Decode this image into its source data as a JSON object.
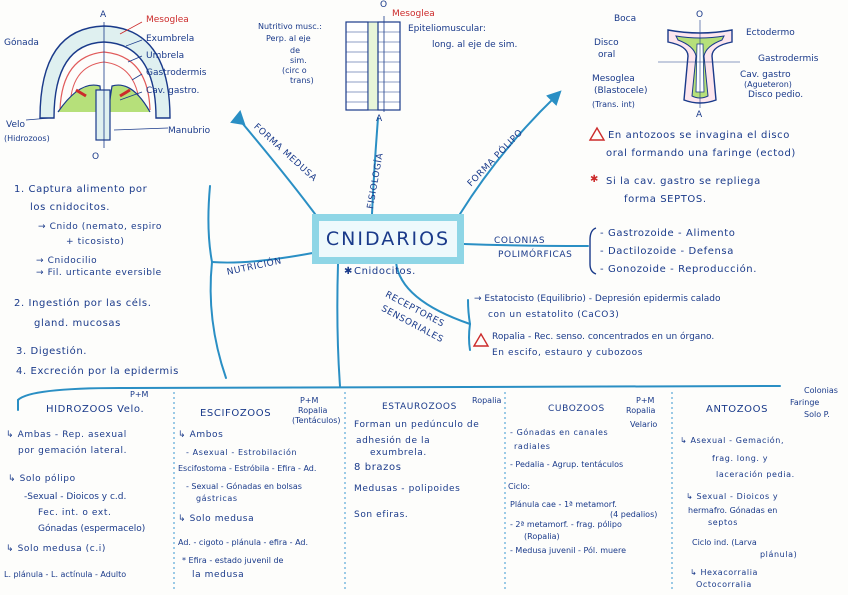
{
  "center": "CNIDARIOS",
  "medusa_diagram": {
    "top_a": "A",
    "bottom_o": "O",
    "labels": [
      "Mesoglea",
      "Exumbrela",
      "Umbrela",
      "Gastrodermis",
      "Cav. gastro."
    ],
    "gonada": "Gónada",
    "velo": "Velo",
    "velo_sub": "(Hidrozoos)",
    "manubrio": "Manubrio"
  },
  "wall": {
    "top_o": "O",
    "bottom_a": "A",
    "mesoglea": "Mesoglea",
    "epitelio": [
      "Epiteliomuscular:",
      "long. al eje de sim."
    ],
    "nutritivo": [
      "Nutritivo musc.:",
      "Perp. al eje",
      "de",
      "sim.",
      "(circ o",
      "trans)"
    ]
  },
  "polyp_diagram": {
    "boca": "Boca",
    "top_o": "O",
    "disco_oral": [
      "Disco",
      "oral"
    ],
    "ectodermo": "Ectodermo",
    "gastrodermis": "Gastrodermis",
    "cav": [
      "Cav. gastro",
      "(Agueteron)"
    ],
    "disco_pedio": "Disco pedio.",
    "mesoglea": [
      "Mesoglea",
      "(Blastocele)",
      "(Trans. int)"
    ],
    "bottom_a": "A"
  },
  "anthozoa_notes": {
    "line1": "En antozoos se invagina el disco",
    "line2": "oral formando una faringe (ectod)",
    "line3": "Si la cav. gastro se repliega",
    "line4": "forma SEPTOS."
  },
  "branches": {
    "forma_medusa": "FORMA MEDUSA",
    "fisiologia": "FISIOLOGÍA",
    "forma_polipo": "FORMA PÓLIPO",
    "nutricion": "NUTRICIÓN",
    "colonias": [
      "COLONIAS",
      "POLIMÓRFICAS"
    ],
    "receptores": [
      "RECEPTORES",
      "SENSORIALES"
    ],
    "cnidocitos": "Cnidocitos."
  },
  "nutrition": [
    "1. Captura alimento por",
    "los cnidocitos.",
    "→ Cnido (nemato, espiro",
    "+ ticosisto)",
    "→ Cnidocilio",
    "→ Fil. urticante eversible",
    "2. Ingestión por las céls.",
    "gland. mucosas",
    "3. Digestión.",
    "4. Excreción por la epidermis"
  ],
  "colonias_list": [
    "- Gastrozoide - Alimento",
    "- Dactilozoide - Defensa",
    "- Gonozoide - Reproducción."
  ],
  "receptores_list": [
    "→ Estatocisto (Equilibrio) - Depresión epidermis calado",
    "con un estatolito (CaCO3)",
    "Ropalia - Rec. senso. concentrados en un órgano.",
    "En escifo, estauro y cubozoos"
  ],
  "columns": {
    "hidrozoos": {
      "tag": "P+M",
      "title": "HIDROZOOS Velo.",
      "lines": [
        "↳ Ambas - Rep. asexual",
        "por gemación lateral.",
        "↳ Solo pólipo",
        "-Sexual - Dioicos y c.d.",
        "Fec. int. o ext.",
        "Gónadas (espermacelo)",
        "↳ Solo medusa (c.i)",
        "L. plánula - L. actínula - Adulto"
      ]
    },
    "escifozoos": {
      "tag": [
        "P+M",
        "Ropalia",
        "(Tentáculos)"
      ],
      "title": "ESCIFOZOOS",
      "lines": [
        "↳ Ambos",
        "- Asexual - Estrobilación",
        "Escifostoma - Estróbila - Efira - Ad.",
        "- Sexual - Gónadas en bolsas",
        "gástricas",
        "↳ Solo medusa",
        "Ad. - cigoto - plánula - efira - Ad.",
        "* Efira - estado juvenil de",
        "la medusa"
      ]
    },
    "estaurozoos": {
      "tag": "Ropalia",
      "title": "ESTAUROZOOS",
      "lines": [
        "Forman un pedúnculo de",
        "adhesión de la",
        "exumbrela.",
        "8 brazos",
        "Medusas - polipoides",
        "Son efiras."
      ]
    },
    "cubozoos": {
      "tag": [
        "P+M",
        "Ropalia",
        "Velario"
      ],
      "title": "CUBOZOOS",
      "lines": [
        "- Gónadas en canales",
        "radiales",
        "- Pedalia - Agrup. tentáculos",
        "Ciclo:",
        "Plánula cae - 1ª metamorf.",
        "(4 pedalios)",
        "- 2ª metamorf. - frag. pólipo",
        "(Ropalia)",
        "- Medusa juvenil - Pól. muere"
      ]
    },
    "antozoos": {
      "tag": [
        "Colonias",
        "Faringe",
        "Solo P."
      ],
      "title": "ANTOZOOS",
      "lines": [
        "↳ Asexual - Gemación,",
        "frag. long. y",
        "laceración pedia.",
        "↳ Sexual - Dioicos y",
        "hermafro. Gónadas en",
        "septos",
        "Ciclo ind. (Larva",
        "plánula)",
        "↳ Hexacorralia",
        "Octocorralia"
      ]
    }
  }
}
